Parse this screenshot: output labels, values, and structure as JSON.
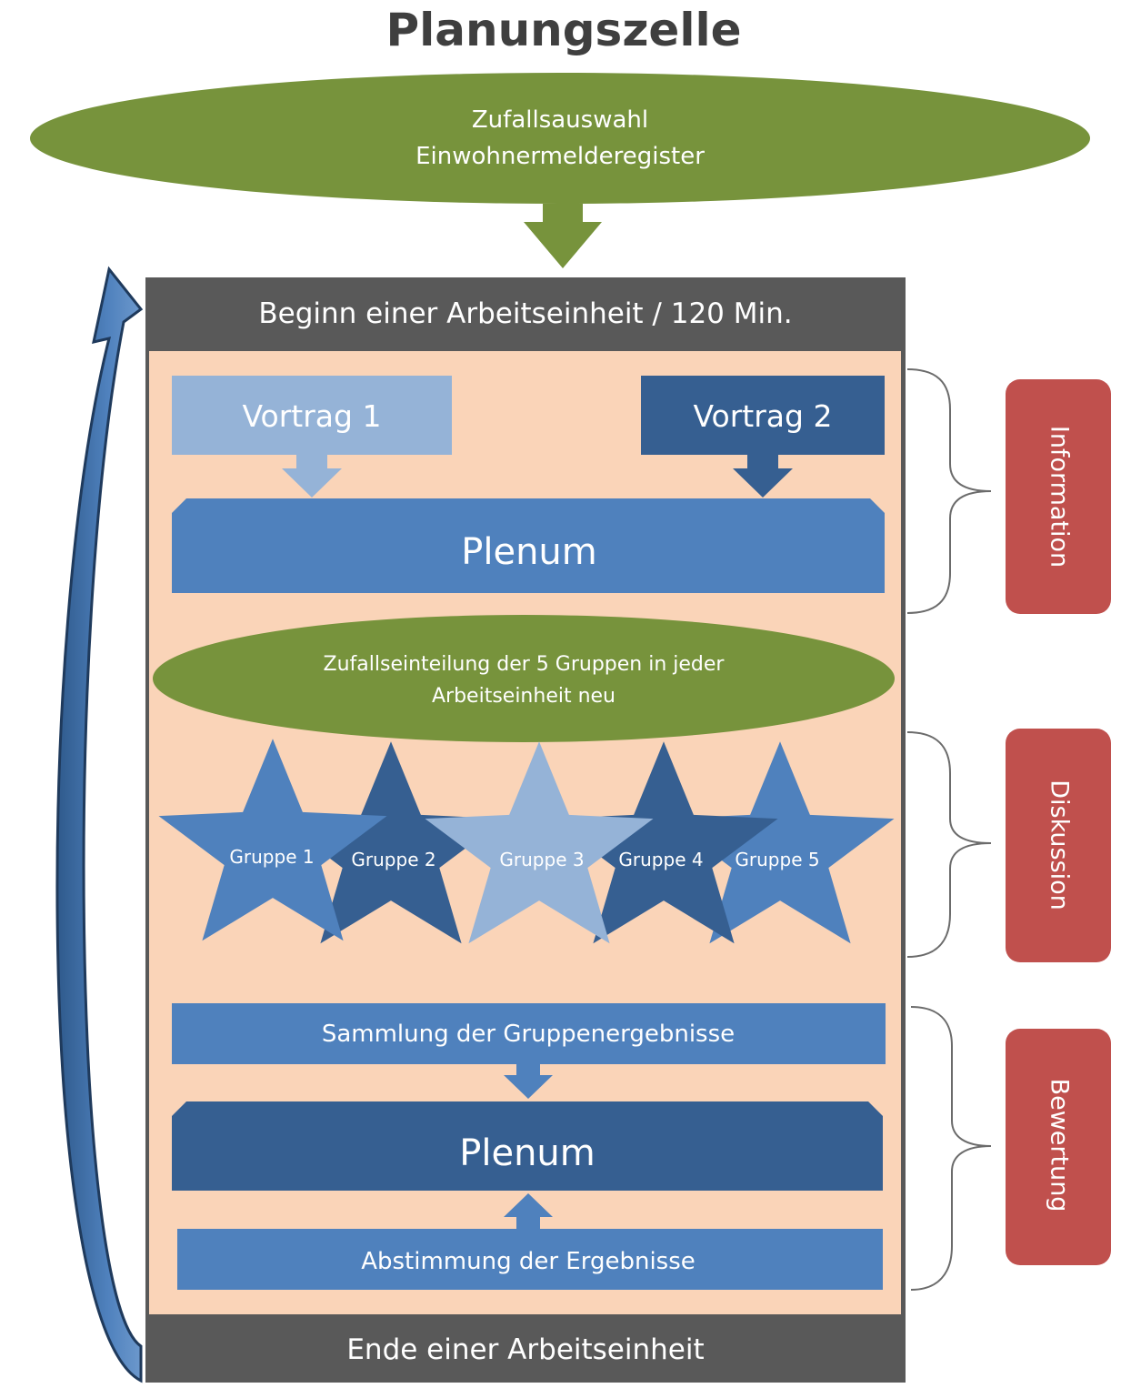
{
  "title": "Planungszelle",
  "selection": {
    "line1": "Zufallsauswahl",
    "line2": "Einwohnermelderegister"
  },
  "unit": {
    "start_label": "Beginn einer Arbeitseinheit / 120 Min.",
    "end_label": "Ende einer Arbeitseinheit"
  },
  "talks": {
    "talk1": "Vortrag 1",
    "talk2": "Vortrag 2"
  },
  "plenum_top": "Plenum",
  "group_assignment": {
    "line1": "Zufallseinteilung der 5 Gruppen in jeder",
    "line2": "Arbeitseinheit neu"
  },
  "groups": [
    {
      "label": "Gruppe 1",
      "color": "#4f81bd"
    },
    {
      "label": "Gruppe 2",
      "color": "#365f91"
    },
    {
      "label": "Gruppe 3",
      "color": "#95b3d7"
    },
    {
      "label": "Gruppe 4",
      "color": "#365f91"
    },
    {
      "label": "Gruppe 5",
      "color": "#4f81bd"
    }
  ],
  "collection_label": "Sammlung der Gruppenergebnisse",
  "plenum_bottom": "Plenum",
  "vote_label": "Abstimmung der Ergebnisse",
  "phases": {
    "information": "Information",
    "discussion": "Diskussion",
    "evaluation": "Bewertung"
  },
  "colors": {
    "green": "#77933c",
    "gray": "#595959",
    "peach": "#fad4b8",
    "blue": "#4f81bd",
    "dark_blue": "#365f91",
    "light_blue": "#95b3d7",
    "red": "#c0504d"
  }
}
